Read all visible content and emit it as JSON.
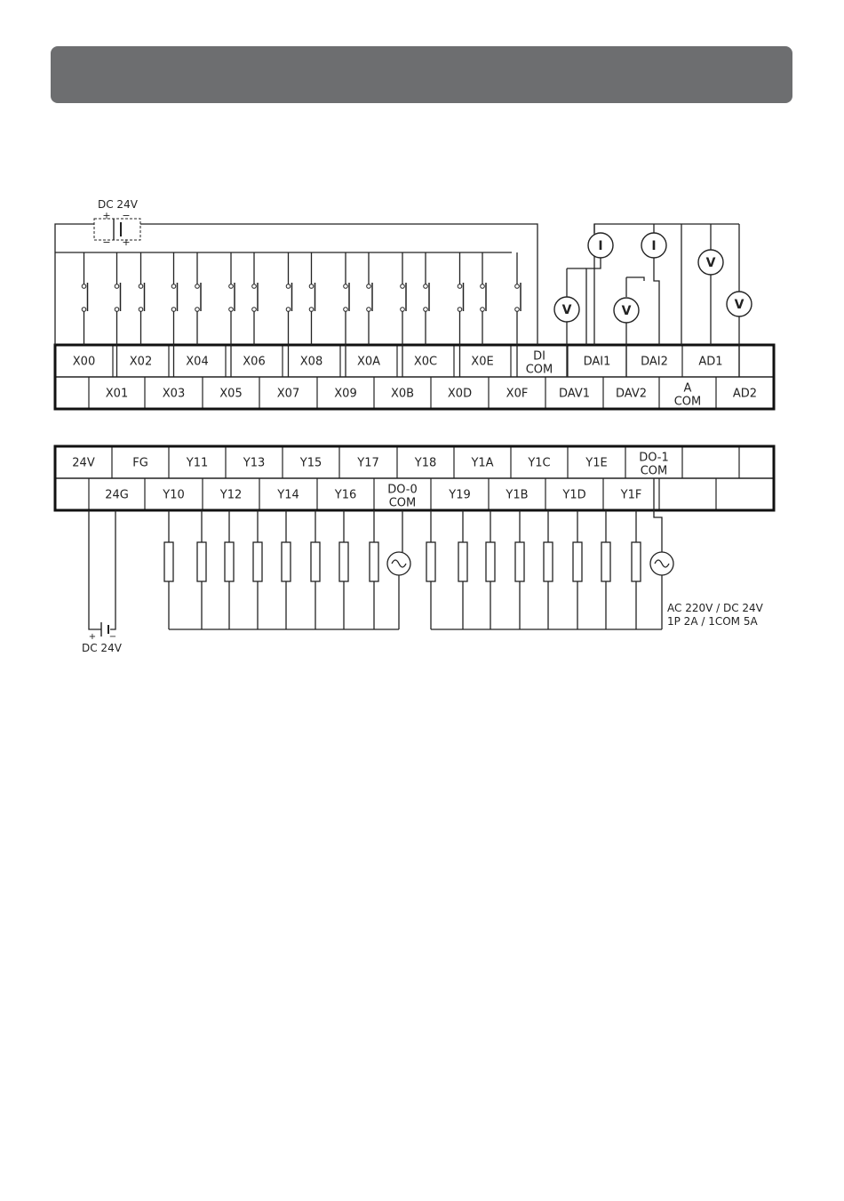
{
  "header": {
    "title": ""
  },
  "input_terminal_block": {
    "top_row": [
      "X00",
      "X02",
      "X04",
      "X06",
      "X08",
      "X0A",
      "X0C",
      "X0E",
      "DI\nCOM",
      "DAI1",
      "DAI2",
      "AD1",
      ""
    ],
    "bottom_row": [
      "",
      "X01",
      "X03",
      "X05",
      "X07",
      "X09",
      "X0B",
      "X0D",
      "X0F",
      "DAV1",
      "DAV2",
      "A\nCOM",
      "AD2"
    ]
  },
  "output_terminal_block": {
    "top_row": [
      "24V",
      "FG",
      "Y11",
      "Y13",
      "Y15",
      "Y17",
      "Y18",
      "Y1A",
      "Y1C",
      "Y1E",
      "DO-1\nCOM",
      "",
      ""
    ],
    "bottom_row": [
      "",
      "24G",
      "Y10",
      "Y12",
      "Y14",
      "Y16",
      "DO-0\nCOM",
      "Y19",
      "Y1B",
      "Y1D",
      "Y1F",
      "",
      ""
    ]
  },
  "input_supply": {
    "label": "DC 24V",
    "plus": "+",
    "minus": "−"
  },
  "output_supply": {
    "label": "DC 24V",
    "plus": "+",
    "minus": "−"
  },
  "meters": {
    "current": "I",
    "voltage": "V"
  },
  "output_rating": {
    "line1": "AC 220V / DC 24V",
    "line2": "1P 2A / 1COM 5A"
  }
}
